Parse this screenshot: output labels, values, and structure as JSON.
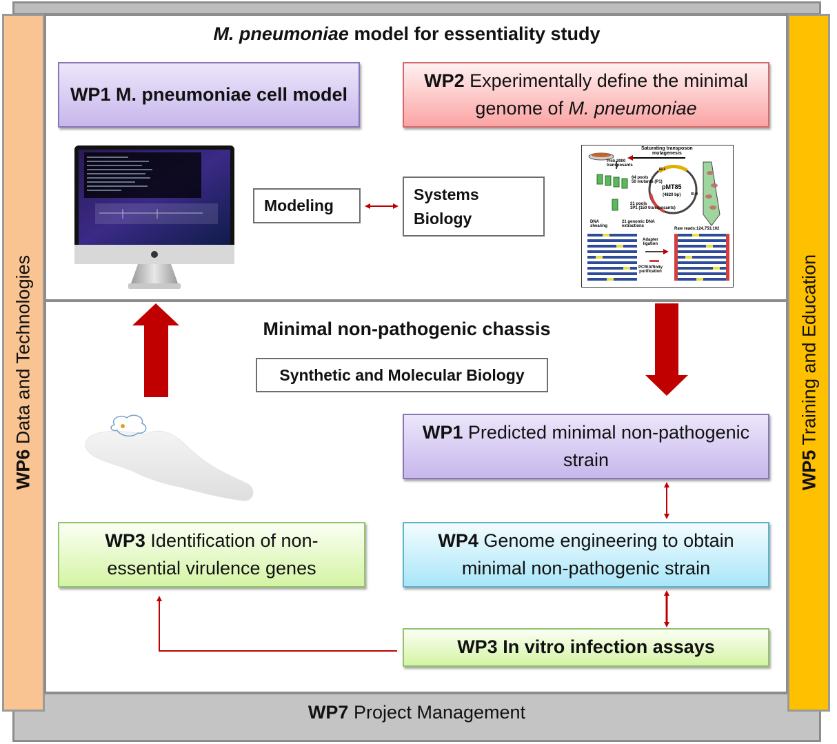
{
  "top_section": {
    "title_italic": "M. pneumoniae",
    "title_rest": " model for essentiality study"
  },
  "bottom_section": {
    "title": "Minimal non-pathogenic chassis"
  },
  "bands": {
    "left_bold": "WP6",
    "left_text": " Data and Technologies",
    "right_bold": "WP5",
    "right_text": " Training and Education",
    "footer_bold": "WP7",
    "footer_text": " Project Management"
  },
  "boxes": {
    "wp1_model": "WP1 M. pneumoniae cell model",
    "wp2_bold": "WP2",
    "wp2_text": " Experimentally define the minimal genome of ",
    "wp2_italic": "M. pneumoniae",
    "modeling": "Modeling",
    "systems_biology_line1": "Systems",
    "systems_biology_line2": "Biology",
    "synthetic": "Synthetic and Molecular Biology",
    "wp1_pred_bold": "WP1",
    "wp1_pred_text": " Predicted minimal non-pathogenic strain",
    "wp4_bold": "WP4",
    "wp4_text": " Genome engineering to obtain minimal non-pathogenic strain",
    "wp3_ident_bold": "WP3",
    "wp3_ident_text": " Identification of non-essential virulence genes",
    "wp3_vitro": "WP3 In vitro infection assays"
  },
  "figure": {
    "line1": "Saturating transposon",
    "line2": "mutagenesis",
    "pick": "Pick 3000",
    "pick2": "transposants",
    "pools64": "64 pools",
    "pools64b": "50 mutants (P1)",
    "plasmid": "pMT85",
    "plasmid_bp": "(4820 bp)",
    "pools21": "21 pools",
    "pools21b": "3P1 (150 transposants)",
    "dna": "DNA",
    "shearing": "shearing",
    "extractions": "21 genomic DNA",
    "extractions2": "extractions",
    "adapter": "Adapter",
    "ligation": "ligation",
    "raw_reads": "Raw reads:124,753,102",
    "pcr": "PCR/Affinity",
    "purification": "purification",
    "irl": "IR-L",
    "irr": "IR-R"
  },
  "colors": {
    "arrow_red": "#c00000",
    "left_band": "#f9c392",
    "right_band": "#ffc000",
    "frame_gray": "#c4c4c4"
  }
}
